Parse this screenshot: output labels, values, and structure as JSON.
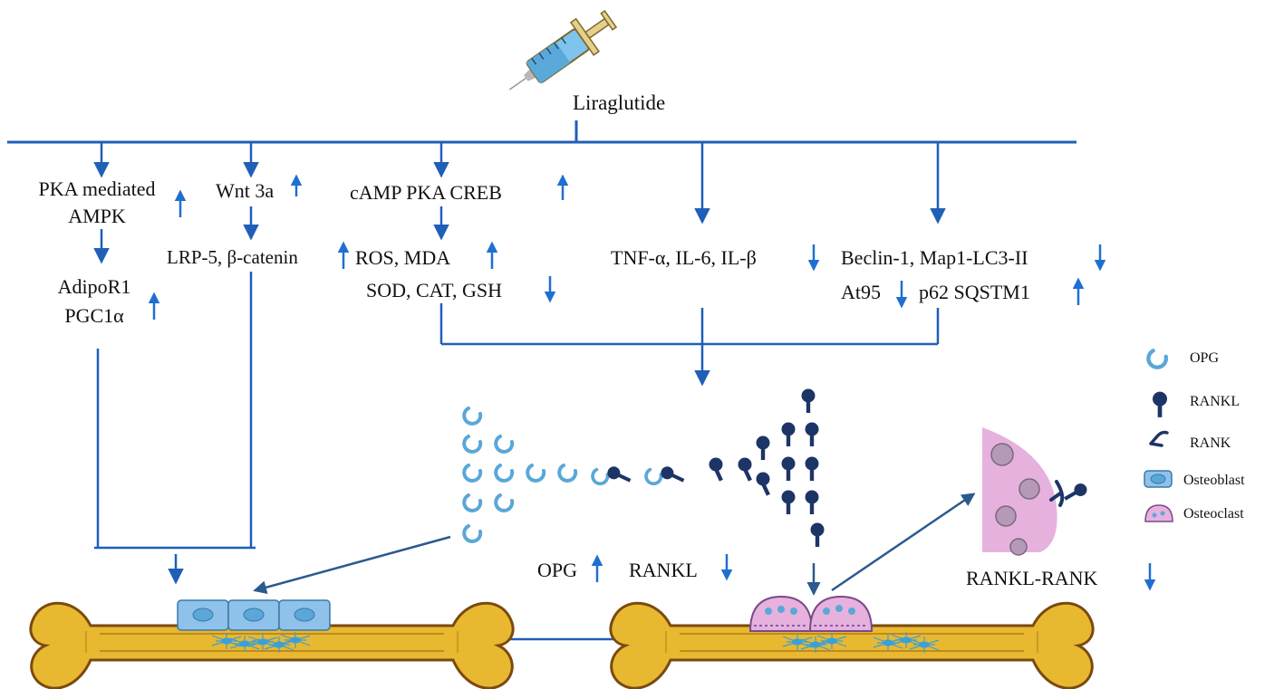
{
  "drug": {
    "name": "Liraglutide",
    "icon": "syringe-icon"
  },
  "pathways": [
    {
      "id": "pka",
      "lines": [
        "PKA mediated",
        "AMPK"
      ],
      "change": "up",
      "downstream": {
        "lines": [
          "AdipoR1",
          "PGC1α"
        ],
        "change": "up"
      }
    },
    {
      "id": "wnt",
      "label": "Wnt 3a",
      "change": "up",
      "downstream": {
        "label": "LRP-5, β-catenin",
        "change": "up"
      }
    },
    {
      "id": "camp",
      "label": "cAMP PKA CREB",
      "change": "up",
      "downstream": [
        {
          "label": "ROS, MDA",
          "change": "up"
        },
        {
          "label": "SOD, CAT, GSH",
          "change": "down"
        }
      ]
    },
    {
      "id": "inflammation",
      "label": "TNF-α, IL-6, IL-β",
      "change": "down"
    },
    {
      "id": "autophagy",
      "items": [
        {
          "label": "Beclin-1, Map1-LC3-II",
          "change": "down"
        },
        {
          "label": "At95",
          "change": "down"
        },
        {
          "label": "p62 SQSTM1",
          "change": "up"
        }
      ]
    }
  ],
  "outcomes": {
    "opg": {
      "label": "OPG",
      "change": "up"
    },
    "rankl": {
      "label": "RANKL",
      "change": "down"
    },
    "rankl_rank": {
      "label": "RANKL-RANK",
      "change": "down"
    }
  },
  "legend": [
    {
      "label": "OPG",
      "icon": "opg-icon"
    },
    {
      "label": "RANKL",
      "icon": "rankl-icon"
    },
    {
      "label": "RANK",
      "icon": "rank-icon"
    },
    {
      "label": "Osteoblast",
      "icon": "osteoblast-icon"
    },
    {
      "label": "Osteoclast",
      "icon": "osteoclast-icon"
    }
  ],
  "colors": {
    "arrow": "#1f5fb8",
    "opg": "#5aa7d8",
    "rankl": "#1c3566",
    "bone": "#e8b830",
    "bone_outline": "#7a4a10",
    "osteoblast": "#8ec2ea",
    "osteoclast": "#e7b1de"
  }
}
